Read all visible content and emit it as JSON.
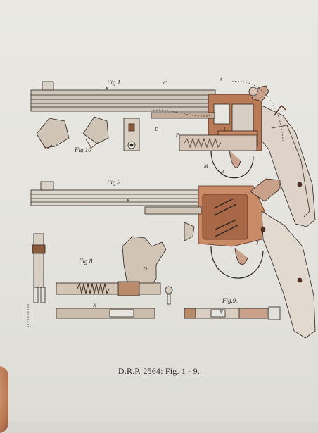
{
  "figure": {
    "caption": "D.R.P. 2564: Fig. 1 - 9.",
    "labels": {
      "fig1": "Fig.1.",
      "fig2": "Fig.2.",
      "fig8": "Fig.8.",
      "fig9": "Fig.9.",
      "fig10": "Fig.10"
    },
    "parts": {
      "K1": "K",
      "A": "A",
      "C": "C",
      "D": "D",
      "L": "L",
      "B": "B",
      "M": "M",
      "K2": "K",
      "J": "J",
      "N1": "N",
      "N2": "N",
      "O": "O",
      "P": "P"
    }
  },
  "colors": {
    "ink": "#2a2420",
    "sepia": "#7a4a2e",
    "paper": "#e6e5df"
  }
}
